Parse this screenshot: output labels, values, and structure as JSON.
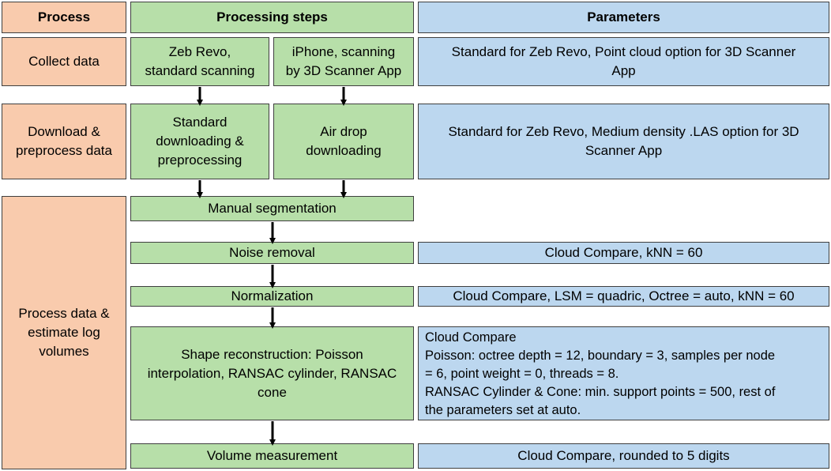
{
  "header": {
    "process": "Process",
    "steps": "Processing steps",
    "parameters": "Parameters"
  },
  "process": {
    "collect": "Collect data",
    "download": "Download &\npreprocess data",
    "estimate": "Process data &\nestimate log\nvolumes"
  },
  "steps": {
    "zeb_collect": "Zeb Revo,\nstandard scanning",
    "iphone_collect": "iPhone, scanning\nby 3D Scanner App",
    "zeb_download": "Standard\ndownloading &\npreprocessing",
    "iphone_download": "Air drop\ndownloading",
    "segmentation": "Manual segmentation",
    "noise": "Noise removal",
    "normalization": "Normalization",
    "reconstruction": "Shape reconstruction: Poisson\ninterpolation, RANSAC cylinder, RANSAC\ncone",
    "volume": "Volume measurement"
  },
  "parameters": {
    "collect": "Standard for Zeb Revo, Point cloud option for 3D Scanner\nApp",
    "download": "Standard for Zeb Revo, Medium density .LAS option for 3D\nScanner App",
    "noise": "Cloud Compare, kNN = 60",
    "normalization": "Cloud Compare, LSM = quadric, Octree = auto, kNN = 60",
    "reconstruction": "Cloud Compare\nPoisson: octree depth = 12, boundary = 3, samples per node\n= 6, point weight = 0, threads = 8.\nRANSAC Cylinder & Cone: min. support points = 500, rest of\nthe parameters set at auto.",
    "volume": "Cloud Compare, rounded to 5 digits"
  },
  "colors": {
    "process": "#f9cbad",
    "steps": "#b7dfa9",
    "parameters": "#bcd7ef"
  }
}
